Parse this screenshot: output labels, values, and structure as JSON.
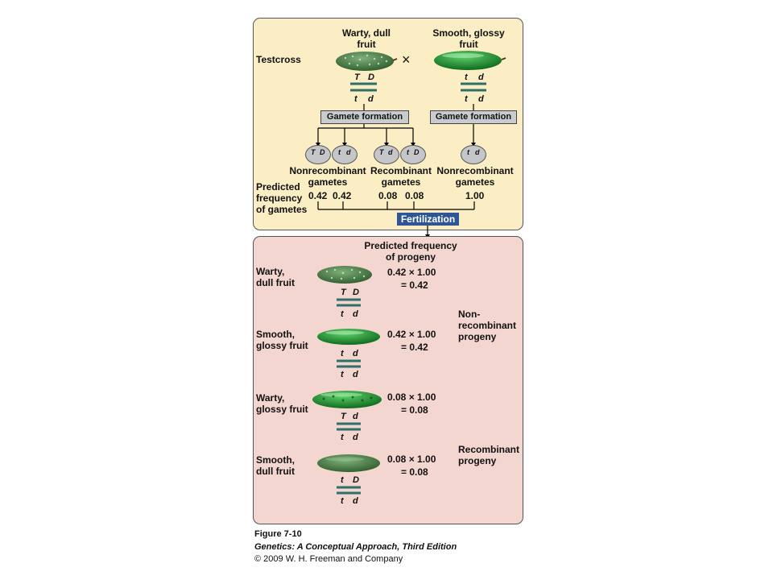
{
  "top": {
    "parent1_label": "Warty, dull\nfruit",
    "parent2_label": "Smooth, glossy\nfruit",
    "testcross_label": "Testcross",
    "cross_symbol": "×",
    "parent1_alleles": {
      "top_left": "T",
      "top_right": "D",
      "bottom_left": "t",
      "bottom_right": "d"
    },
    "parent2_alleles": {
      "top_left": "t",
      "top_right": "d",
      "bottom_left": "t",
      "bottom_right": "d"
    },
    "gamete_formation_label": "Gamete formation",
    "gametes": [
      {
        "left": "T",
        "right": "D"
      },
      {
        "left": "t",
        "right": "d"
      },
      {
        "left": "T",
        "right": "d"
      },
      {
        "left": "t",
        "right": "D"
      },
      {
        "left": "t",
        "right": "d"
      }
    ],
    "nonrecombinant_label": "Nonrecombinant\ngametes",
    "recombinant_label": "Recombinant\ngametes",
    "nonrecombinant2_label": "Nonrecombinant\ngametes",
    "predicted_freq_label": "Predicted\nfrequency\nof gametes",
    "frequencies": [
      "0.42",
      "0.42",
      "0.08",
      "0.08",
      "1.00"
    ],
    "fertilization_label": "Fertilization"
  },
  "bottom": {
    "header": "Predicted frequency\nof progeny",
    "rows": [
      {
        "phenotype": "Warty,\ndull fruit",
        "calc": "0.42 × 1.00",
        "result": "= 0.42",
        "alleles": {
          "tl": "T",
          "tr": "D",
          "bl": "t",
          "br": "d"
        }
      },
      {
        "phenotype": "Smooth,\nglossy fruit",
        "calc": "0.42 × 1.00",
        "result": "= 0.42",
        "alleles": {
          "tl": "t",
          "tr": "d",
          "bl": "t",
          "br": "d"
        }
      },
      {
        "phenotype": "Warty,\nglossy fruit",
        "calc": "0.08 × 1.00",
        "result": "= 0.08",
        "alleles": {
          "tl": "T",
          "tr": "d",
          "bl": "t",
          "br": "d"
        }
      },
      {
        "phenotype": "Smooth,\ndull fruit",
        "calc": "0.08 × 1.00",
        "result": "= 0.08",
        "alleles": {
          "tl": "t",
          "tr": "D",
          "bl": "t",
          "br": "d"
        }
      }
    ],
    "nonrecombinant_progeny": "Non-\nrecombinant\nprogeny",
    "recombinant_progeny": "Recombinant\nprogeny"
  },
  "caption": {
    "figure": "Figure 7-10",
    "book": "Genetics: A Conceptual Approach, Third Edition",
    "copyright": "© 2009 W. H. Freeman and Company"
  }
}
